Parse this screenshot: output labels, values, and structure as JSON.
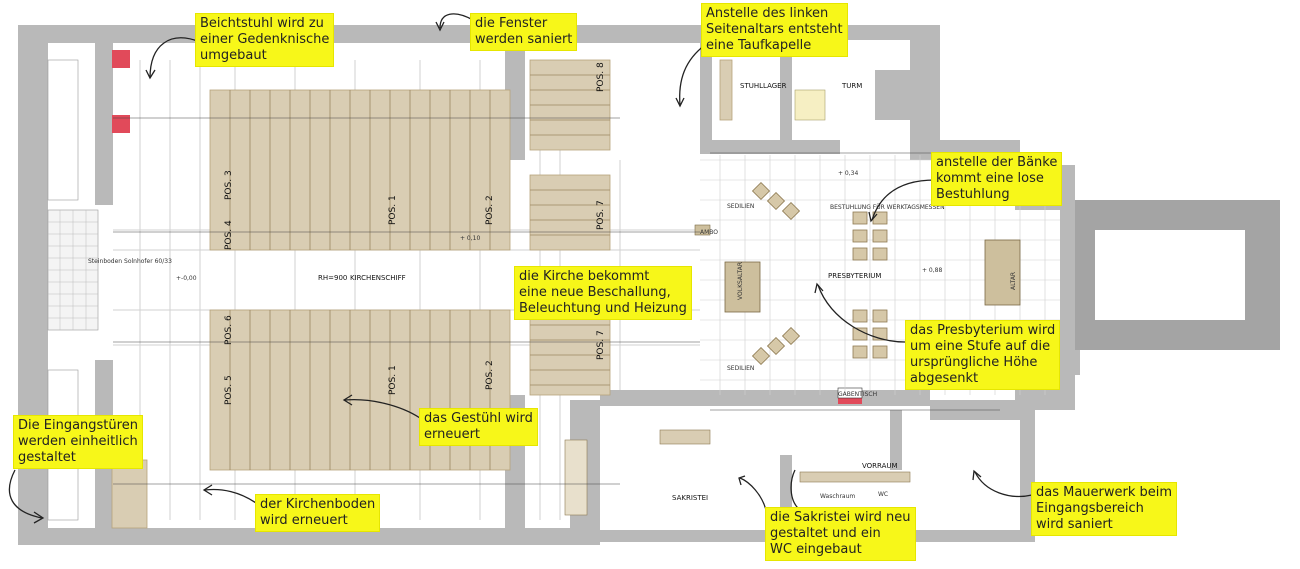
{
  "annotations": {
    "confessional": [
      "Beichtstuhl wird zu",
      "einer Gedenknische",
      "umgebaut"
    ],
    "windows": [
      "die Fenster",
      "werden saniert"
    ],
    "baptism": [
      "Anstelle des linken",
      "Seitenaltars entsteht",
      "eine Taufkapelle"
    ],
    "chairs": [
      "anstelle der Bänke",
      "kommt eine lose",
      "Bestuhlung"
    ],
    "sound": [
      "die Kirche bekommt",
      "eine neue Beschallung,",
      "Beleuchtung und Heizung"
    ],
    "presbytery": [
      "das Presbyterium wird",
      "um eine Stufe auf die",
      "ursprüngliche Höhe",
      "abgesenkt"
    ],
    "pews": [
      "das Gestühl wird",
      "erneuert"
    ],
    "doors": [
      "Die Eingangstüren",
      "werden einheitlich",
      "gestaltet"
    ],
    "floor": [
      "der Kirchenboden",
      "wird erneuert"
    ],
    "sacristy": [
      "die Sakristei wird neu",
      "gestaltet und ein",
      "WC eingebaut"
    ],
    "masonry": [
      "das Mauerwerk beim",
      "Eingangsbereich",
      "wird saniert"
    ]
  },
  "plan_labels": {
    "stuhllager": "STUHLLAGER",
    "turm": "TURM",
    "kirchenschiff": "KIRCHENSCHIFF",
    "rh": "RH=900",
    "presbyterium": "PRESBYTERIUM",
    "sakristei": "SAKRISTEI",
    "vorraum": "VORRAUM",
    "sedilien_top": "SEDILIEN",
    "sedilien_bottom": "SEDILIEN",
    "volksaltar": "VOLKSALTAR",
    "altar": "ALTAR",
    "ambo": "AMBO",
    "bestuhlung": "BESTUHLUNG FÜR WERKTAGSMESSEN",
    "steinboden": "Steinboden Solnhofer 60/33",
    "level_zero": "+-0,00",
    "level_034": "+ 0,34",
    "level_010": "+ 0,10",
    "level_088": "+ 0,88",
    "gabentisch": "GABENTISCH",
    "wc": "WC",
    "waschraum": "Waschraum",
    "pos1": "POS. 1",
    "pos2": "POS. 2",
    "pos3": "POS. 3",
    "pos4": "POS. 4",
    "pos5": "POS. 5",
    "pos6": "POS. 6",
    "pos7": "POS. 7",
    "pos8": "POS. 8"
  }
}
